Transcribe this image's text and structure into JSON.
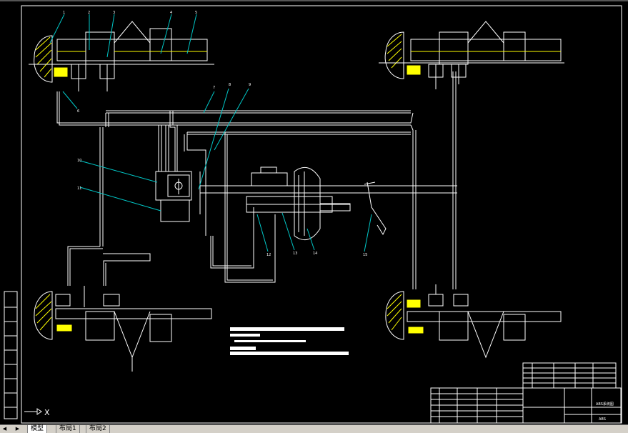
{
  "tabs": {
    "model": "模型",
    "layout1": "布局1",
    "layout2": "布局2",
    "nav_first": "◀",
    "nav_prev": "▶"
  },
  "ucs": {
    "x_label": "X"
  },
  "title_block": {
    "drawing_name": "ABS系统图",
    "code": "ABS"
  },
  "balloons": [
    "1",
    "2",
    "3",
    "4",
    "5",
    "6",
    "7",
    "8",
    "9",
    "10",
    "11",
    "12",
    "13",
    "14",
    "15"
  ],
  "colors": {
    "background": "#000000",
    "lines": "#ffffff",
    "hatch": "#ffff00",
    "leader": "#00c8c8"
  }
}
